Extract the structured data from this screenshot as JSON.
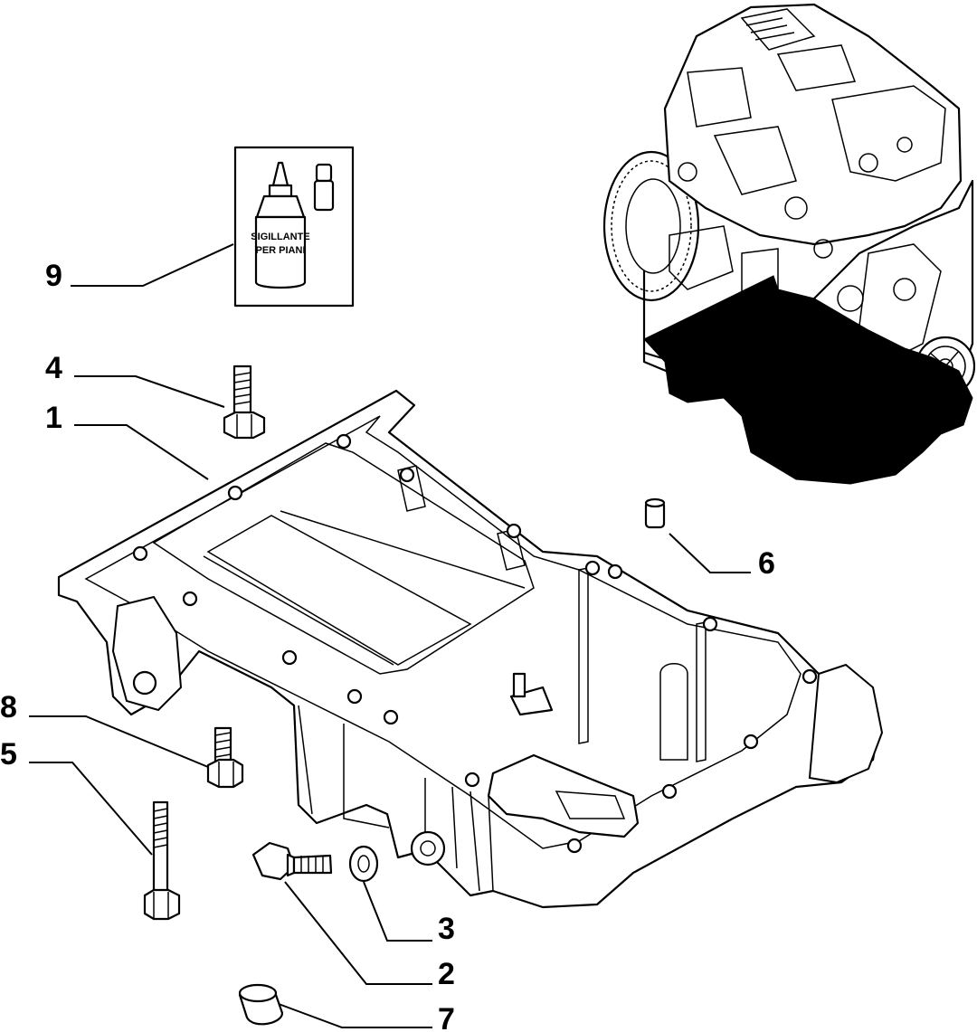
{
  "callouts": [
    {
      "id": "1",
      "label": "1",
      "part": "oil-pan"
    },
    {
      "id": "2",
      "label": "2",
      "part": "drain-plug"
    },
    {
      "id": "3",
      "label": "3",
      "part": "washer"
    },
    {
      "id": "4",
      "label": "4",
      "part": "bolt"
    },
    {
      "id": "5",
      "label": "5",
      "part": "long-bolt"
    },
    {
      "id": "6",
      "label": "6",
      "part": "dowel-pin"
    },
    {
      "id": "7",
      "label": "7",
      "part": "seal-ring"
    },
    {
      "id": "8",
      "label": "8",
      "part": "short-bolt"
    },
    {
      "id": "9",
      "label": "9",
      "part": "sealant-kit"
    }
  ],
  "sealant": {
    "bottle_text_line1": "SIGILLANTE",
    "bottle_text_line2": "PER PIANI"
  },
  "colors": {
    "ink": "#000000",
    "paper": "#ffffff"
  }
}
